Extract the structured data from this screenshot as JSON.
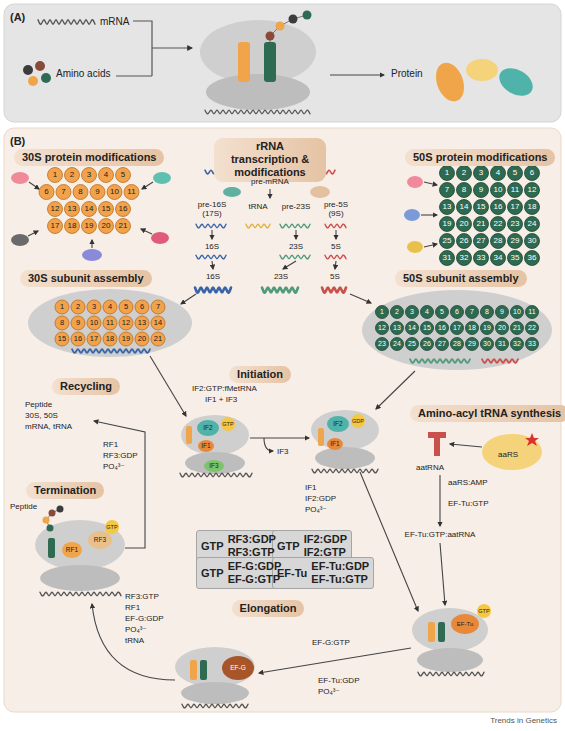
{
  "diagram": {
    "nodes": [
      {
        "text": [
          "(A)"
        ]
      },
      {
        "text": [
          "(B)"
        ]
      },
      {
        "text": [
          "30S protein modifications"
        ],
        "in": 1
      },
      {
        "text": [
          "rRNA transcription & modifications"
        ],
        "in": 1
      },
      {
        "text": [
          "50S protein modifications"
        ],
        "in": 1
      },
      {
        "text": [
          "30S subunit assembly"
        ],
        "in": 1
      },
      {
        "text": [
          "50S subunit assembly"
        ],
        "in": 1
      },
      {
        "text": [
          "Initiation"
        ],
        "in": 1
      },
      {
        "text": [
          "Recycling"
        ],
        "in": 1
      },
      {
        "text": [
          "Amino-acyl tRNA synthesis"
        ],
        "in": 1
      },
      {
        "text": [
          "Termination"
        ],
        "in": 1
      },
      {
        "text": [
          "GTP",
          "RF3:GDP",
          "RF3:GTP"
        ],
        "in": 1
      },
      {
        "text": [
          "GTP",
          "IF2:GDP",
          "IF2:GTP"
        ],
        "in": 1
      },
      {
        "text": [
          "GTP",
          "EF-G:GDP",
          "EF-G:GTP"
        ],
        "in": 1
      },
      {
        "text": [
          "EF-Tu",
          "EF-Tu:GDP",
          "EF-Tu:GTP"
        ],
        "in": 1
      },
      {
        "text": [
          "Elongation"
        ],
        "in": 1
      }
    ],
    "labels": [
      "mRNA",
      "Amino acids",
      "Protein",
      "pre-mRNA",
      "pre-16S (17S)",
      "tRNA",
      "pre-23S",
      "pre-5S (9S)",
      "16S",
      "23S",
      "5S",
      "16S",
      "23S",
      "5S",
      "IF2:GTP:fMetRNA",
      "IF1 + IF3",
      "IF2",
      "GTP",
      "IF1",
      "IF3",
      "IF3",
      "IF2",
      "GDP",
      "IF1",
      "IF1",
      "IF2:GDP",
      "PO₄³⁻",
      "Peptide",
      "30S, 50S",
      "mRNA, tRNA",
      "RF1",
      "RF3:GDP",
      "PO₄³⁻",
      "Peptide",
      "RF1",
      "RF3",
      "GTP",
      "RF3:GTP",
      "RF1",
      "EF-G:GDP",
      "PO₄³⁻",
      "tRNA",
      "EF-G",
      "EF-G:GTP",
      "EF-Tu:GDP",
      "PO₄³⁻",
      "EF-Tu",
      "GTP",
      "aaRS",
      "aatRNA",
      "aaRS:AMP",
      "EF-Tu:GTP",
      "EF-Tu:GTP:aatRNA",
      "Trends in Genetics",
      "1",
      "2",
      "3",
      "4",
      "5",
      "6",
      "7",
      "8",
      "9",
      "10",
      "11",
      "12",
      "13",
      "14",
      "15",
      "16",
      "17",
      "18",
      "19",
      "20",
      "21",
      "1",
      "2",
      "3",
      "4",
      "5",
      "6",
      "7",
      "8",
      "9",
      "10",
      "11",
      "12",
      "13",
      "14",
      "15",
      "16",
      "17",
      "18",
      "19",
      "20",
      "21",
      "22",
      "23",
      "24",
      "25",
      "26",
      "27",
      "28",
      "29",
      "30",
      "31",
      "32",
      "33",
      "34",
      "35",
      "36",
      "1",
      "2",
      "3",
      "4",
      "5",
      "6",
      "7",
      "8",
      "9",
      "10",
      "11",
      "12",
      "13",
      "14",
      "15",
      "16",
      "17",
      "18",
      "19",
      "20",
      "21",
      "1",
      "2",
      "3",
      "4",
      "5",
      "6",
      "7",
      "8",
      "9",
      "10",
      "11",
      "12",
      "13",
      "14",
      "15",
      "16",
      "17",
      "18",
      "19",
      "20",
      "21",
      "22",
      "23",
      "24",
      "25",
      "26",
      "27",
      "28",
      "29",
      "30",
      "31",
      "32",
      "33"
    ]
  }
}
